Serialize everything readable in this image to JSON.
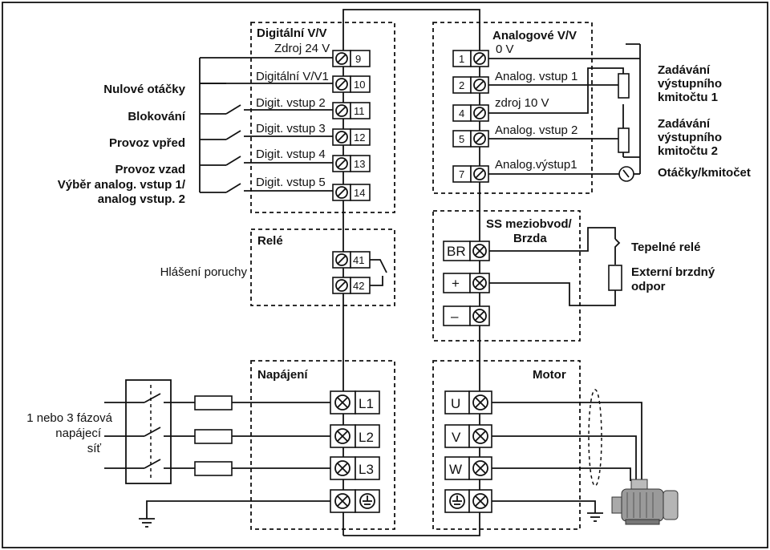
{
  "labels": {
    "dig_title": "Digitální V/V",
    "dig_24v": "Zdroj 24 V",
    "dig_io1": "Digitální V/V1",
    "dig_in2": "Digit. vstup 2",
    "dig_in3": "Digit. vstup 3",
    "dig_in4": "Digit. vstup 4",
    "dig_in5": "Digit. vstup 5",
    "ana_title": "Analogové V/V",
    "ana_0v": "0 V",
    "ana_in1": "Analog. vstup 1",
    "ana_10v": "zdroj 10 V",
    "ana_in2": "Analog. vstup 2",
    "ana_out1": "Analog.výstup1",
    "left_zero": "Nulové otáčky",
    "left_block": "Blokování",
    "left_fwd": "Provoz vpřed",
    "left_rev": "Provoz vzad",
    "left_sel1": "Výběr analog. vstup 1/",
    "left_sel2": "analog vstup. 2",
    "right_f1_1": "Zadávání",
    "right_f1_2": "výstupního",
    "right_f1_3": "kmitočtu 1",
    "right_f2_1": "Zadávání",
    "right_f2_2": "výstupního",
    "right_f2_3": "kmitočtu 2",
    "right_speed": "Otáčky/kmitočet",
    "relay_title": "Relé",
    "fault": "Hlášení poruchy",
    "dc_title1": "SS meziobvod/",
    "dc_title2": "Brzda",
    "thermal": "Tepelné relé",
    "brake1": "Externí brzdný",
    "brake2": "odpor",
    "supply_title": "Napájení",
    "mains1": "1 nebo 3 fázová",
    "mains2": "napájecí",
    "mains3": "síť",
    "motor_title": "Motor"
  },
  "terminals": {
    "dig": [
      "9",
      "10",
      "11",
      "12",
      "13",
      "14"
    ],
    "ana": [
      "1",
      "2",
      "4",
      "5",
      "7"
    ],
    "relay": [
      "41",
      "42"
    ],
    "dc": [
      "BR",
      "+",
      "–"
    ],
    "supply": [
      "L1",
      "L2",
      "L3"
    ],
    "motor": [
      "U",
      "V",
      "W"
    ]
  },
  "icons": [
    "screw-terminal-slash",
    "screw-terminal-cross",
    "ground-symbol",
    "potentiometer",
    "meter",
    "fuse",
    "switch",
    "motor"
  ]
}
